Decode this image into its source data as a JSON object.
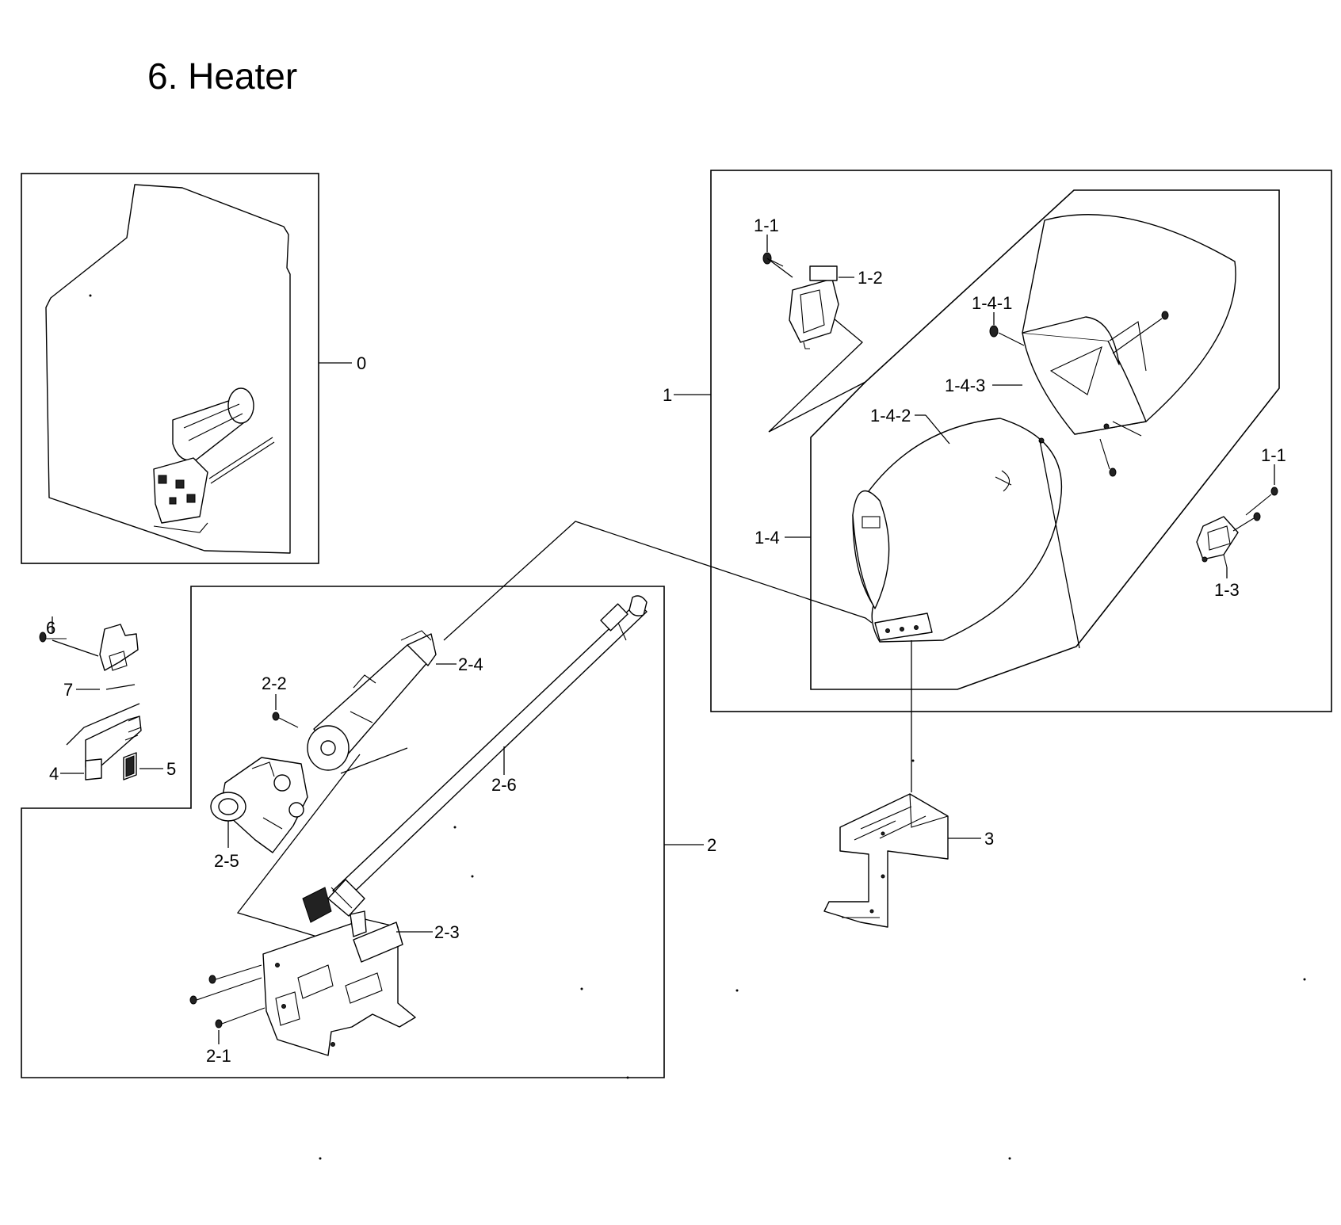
{
  "title": "6. Heater",
  "callouts": {
    "c0": "0",
    "c1": "1",
    "c1_1_top": "1-1",
    "c1_2": "1-2",
    "c1_4_1": "1-4-1",
    "c1_4_3": "1-4-3",
    "c1_4_2": "1-4-2",
    "c1_1_right": "1-1",
    "c1_4": "1-4",
    "c1_3": "1-3",
    "c2_4": "2-4",
    "c2_2": "2-2",
    "c2_6": "2-6",
    "c2": "2",
    "c2_5": "2-5",
    "c2_3": "2-3",
    "c2_1": "2-1",
    "c3": "3",
    "c4": "4",
    "c5": "5",
    "c6": "6",
    "c7": "7"
  }
}
